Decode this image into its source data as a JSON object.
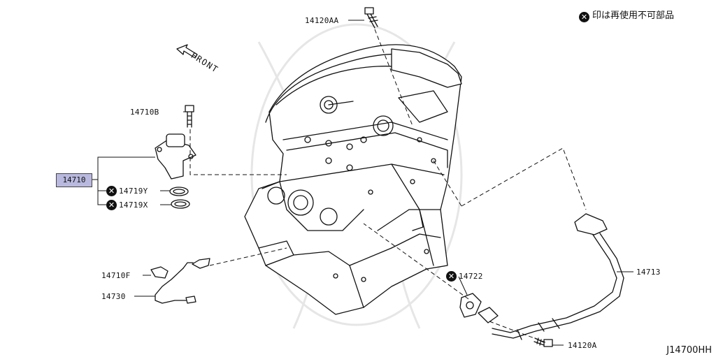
{
  "diagram": {
    "title_code": "J14700HH",
    "note": "印は再使用不可部品",
    "note_symbol": "x-circle",
    "front_label": "FRONT",
    "highlight_color": "#b9b9df",
    "parts": [
      {
        "id": "14120AA",
        "reusable": true
      },
      {
        "id": "14710B",
        "reusable": true
      },
      {
        "id": "14710",
        "reusable": true,
        "highlighted": true
      },
      {
        "id": "14719Y",
        "reusable": false
      },
      {
        "id": "14719X",
        "reusable": false
      },
      {
        "id": "14710F",
        "reusable": true
      },
      {
        "id": "14730",
        "reusable": true
      },
      {
        "id": "14722",
        "reusable": false
      },
      {
        "id": "14713",
        "reusable": true
      },
      {
        "id": "14120A",
        "reusable": true
      }
    ]
  }
}
